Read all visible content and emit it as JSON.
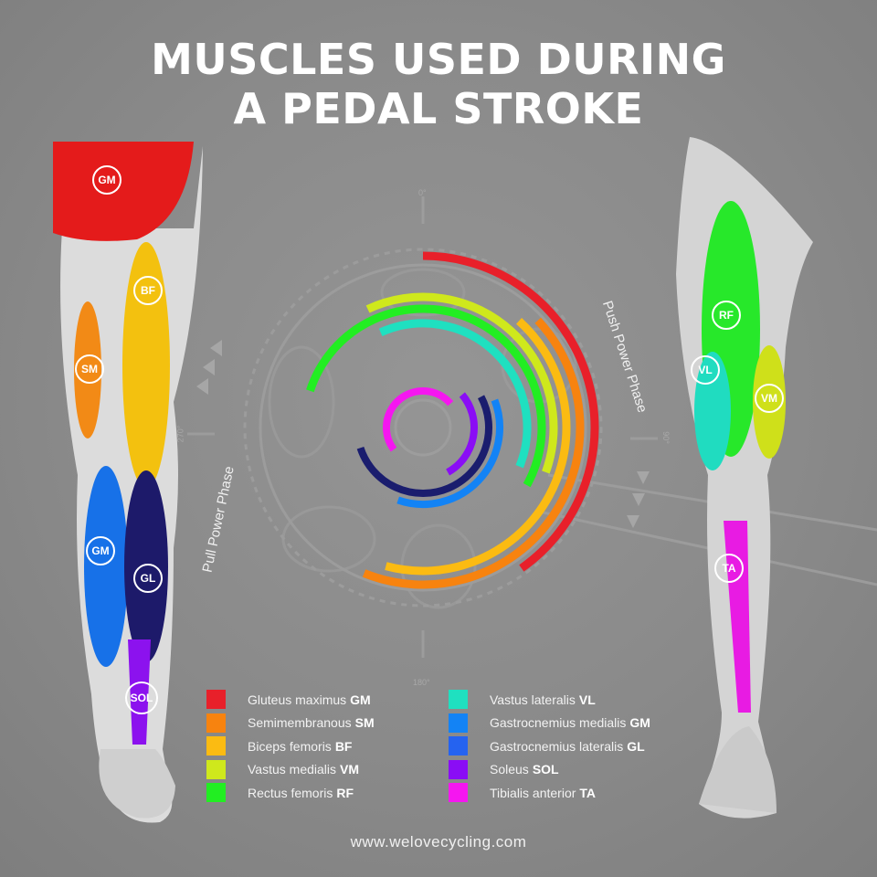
{
  "title": {
    "line1": "MUSCLES USED DURING",
    "line2": "A PEDAL STROKE"
  },
  "phases": {
    "push": "Push Power Phase",
    "pull": "Pull Power Phase"
  },
  "degrees": {
    "d0": "0°",
    "d90": "90°",
    "d180": "180°",
    "d270": "270°"
  },
  "website": "www.welovecycling.com",
  "leg_labels": {
    "left": [
      "GM",
      "BF",
      "SM",
      "GM",
      "GL",
      "SOL"
    ],
    "right": [
      "RF",
      "VL",
      "VM",
      "TA"
    ]
  },
  "muscles": [
    {
      "name": "Gluteus maximus",
      "abbr": "GM",
      "color": "#e8202a",
      "start_deg": 0,
      "end_deg": 145
    },
    {
      "name": "Semimembranous",
      "abbr": "SM",
      "color": "#f7830f",
      "start_deg": 47,
      "end_deg": 202
    },
    {
      "name": "Biceps femoris",
      "abbr": "BF",
      "color": "#fbbb12",
      "start_deg": 42,
      "end_deg": 195
    },
    {
      "name": "Vastus medialis",
      "abbr": "VM",
      "color": "#cfe81c",
      "start_deg": 335,
      "end_deg": 110
    },
    {
      "name": "Rectus femoris",
      "abbr": "RF",
      "color": "#22ee22",
      "start_deg": 288,
      "end_deg": 119
    },
    {
      "name": "Vastus lateralis",
      "abbr": "VL",
      "color": "#1fe0c0",
      "start_deg": 336,
      "end_deg": 112
    },
    {
      "name": "Gastrocnemius medialis",
      "abbr": "GM",
      "color": "#1383f5",
      "start_deg": 69,
      "end_deg": 199
    },
    {
      "name": "Gastrocnemius lateralis",
      "abbr": "GL",
      "color": "#1a1d6e",
      "legend_color": "#2563f0",
      "start_deg": 62,
      "end_deg": 252
    },
    {
      "name": "Soleus",
      "abbr": "SOL",
      "color": "#8a0df5",
      "start_deg": 50,
      "end_deg": 151
    },
    {
      "name": "Tibialis anterior",
      "abbr": "TA",
      "color": "#f516f0",
      "start_deg": 233,
      "end_deg": 49
    }
  ]
}
